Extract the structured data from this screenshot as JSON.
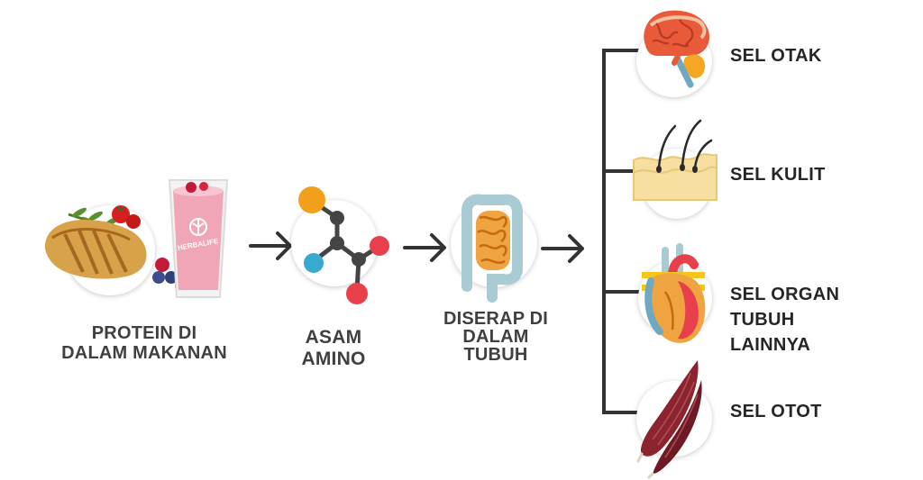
{
  "steps": [
    {
      "label_lines": [
        "PROTEIN DI",
        "DALAM MAKANAN"
      ],
      "icon": "food-and-shake-icon",
      "brand": "HERBALIFE"
    },
    {
      "label_lines": [
        "ASAM",
        "AMINO"
      ],
      "icon": "amino-acid-molecule-icon"
    },
    {
      "label_lines": [
        "DISERAP DI",
        "DALAM",
        "TUBUH"
      ],
      "icon": "intestine-icon"
    }
  ],
  "cells": [
    {
      "lines": [
        "SEL OTAK"
      ],
      "icon": "brain-icon"
    },
    {
      "lines": [
        "SEL KULIT"
      ],
      "icon": "skin-icon"
    },
    {
      "lines": [
        "SEL ORGAN",
        "TUBUH",
        "LAINNYA"
      ],
      "icon": "heart-icon"
    },
    {
      "lines": [
        "SEL OTOT"
      ],
      "icon": "muscle-icon"
    }
  ],
  "colors": {
    "text": "#404040",
    "arrow": "#333333",
    "molecule_orange": "#f2a01c",
    "molecule_blue": "#3aa9cf",
    "molecule_red": "#e8404a",
    "molecule_atom": "#444444"
  }
}
